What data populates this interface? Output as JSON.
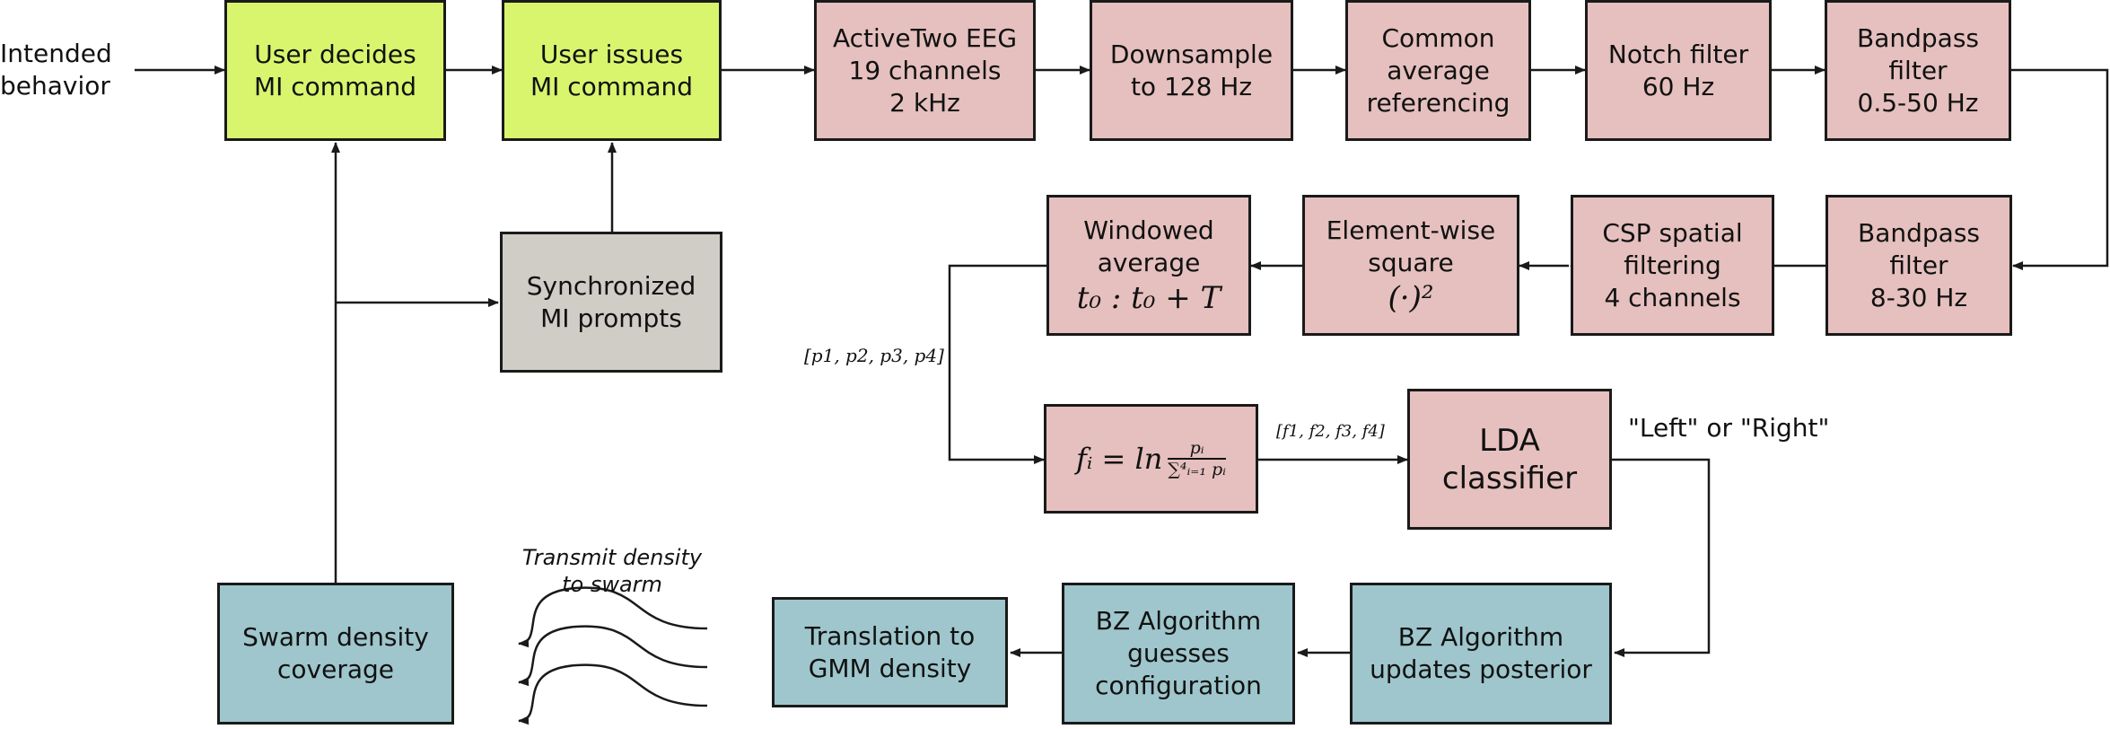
{
  "colors": {
    "yellow": "#d9f56e",
    "pink": "#e5c0be",
    "gray": "#d0ccc6",
    "teal": "#9ec6cc",
    "line": "#1a1a1a"
  },
  "labels": {
    "intended_behavior": [
      "Intended",
      "behavior"
    ],
    "p_vector": "[p1, p2, p3, p4]",
    "f_vector": "[f1, f2, f3, f4]",
    "left_or_right": "\"Left\" or \"Right\"",
    "transmit": [
      "Transmit density",
      "to swarm"
    ]
  },
  "nodes": {
    "user_decides": [
      "User decides",
      "MI command"
    ],
    "user_issues": [
      "User issues",
      "MI command"
    ],
    "activetwo": [
      "ActiveTwo EEG",
      "19 channels",
      "2 kHz"
    ],
    "downsample": [
      "Downsample",
      "to 128 Hz"
    ],
    "car": [
      "Common",
      "average",
      "referencing"
    ],
    "notch": [
      "Notch filter",
      "60 Hz"
    ],
    "bandpass1": [
      "Bandpass",
      "filter",
      "0.5-50 Hz"
    ],
    "bandpass2": [
      "Bandpass",
      "filter",
      "8-30 Hz"
    ],
    "csp": [
      "CSP spatial",
      "filtering",
      "4 channels"
    ],
    "square": [
      "Element-wise",
      "square",
      "(·)²"
    ],
    "windowed": [
      "Windowed",
      "average",
      "t₀ : t₀ + T"
    ],
    "sync_prompts": [
      "Synchronized",
      "MI prompts"
    ],
    "log_feature": {
      "lhs": "fᵢ = ln",
      "num": "pᵢ",
      "den": "∑⁴ᵢ₌₁ pᵢ"
    },
    "lda": [
      "LDA",
      "classifier"
    ],
    "swarm_coverage": [
      "Swarm density",
      "coverage"
    ],
    "translation": [
      "Translation to",
      "GMM density"
    ],
    "bz_guess": [
      "BZ Algorithm",
      "guesses",
      "configuration"
    ],
    "bz_update": [
      "BZ Algorithm",
      "updates posterior"
    ]
  }
}
